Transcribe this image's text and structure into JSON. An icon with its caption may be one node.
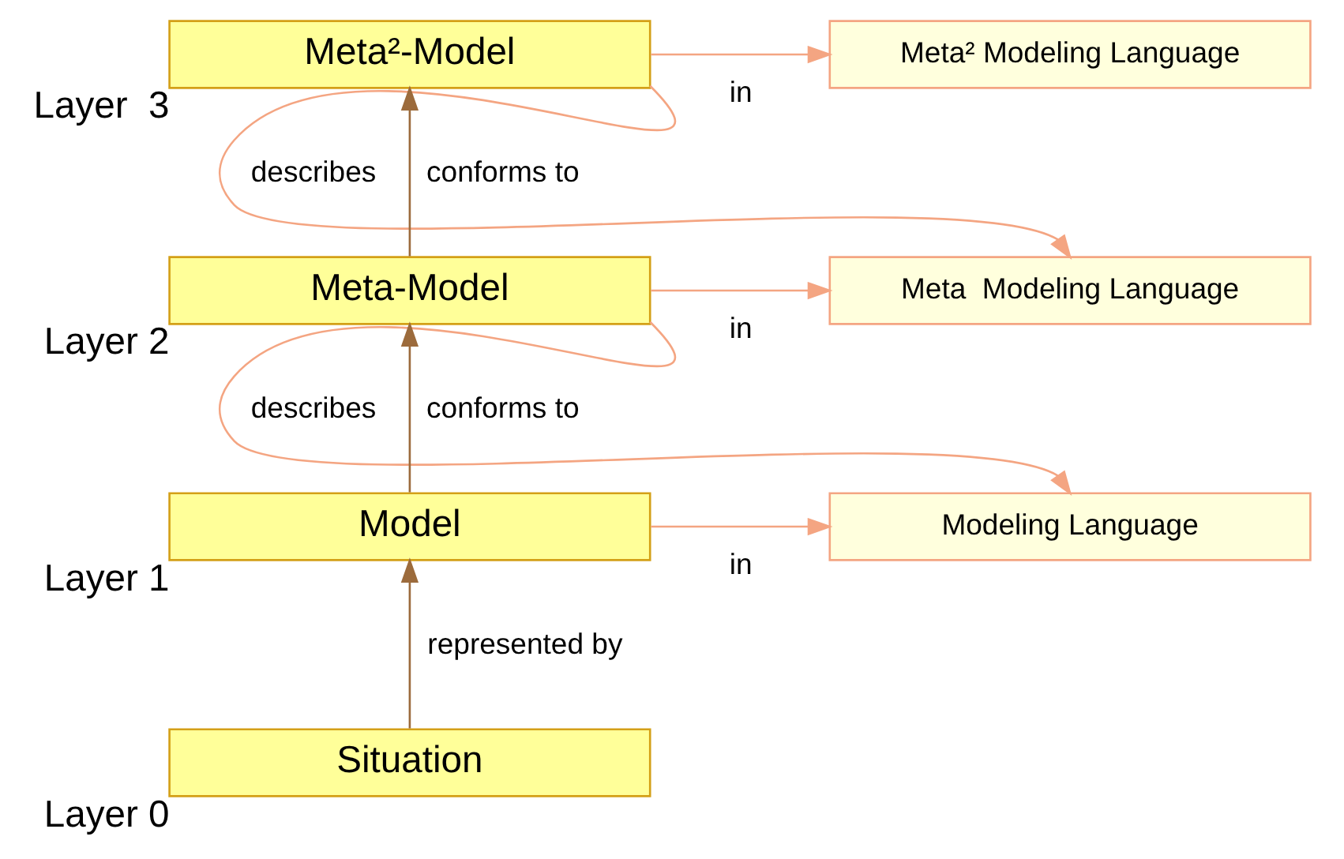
{
  "diagram": {
    "nodes": [
      {
        "text": [
          "Meta²-Model"
        ],
        "beside": [
          "Layer  3"
        ]
      },
      {
        "text": [
          "Meta-Model"
        ],
        "beside": [
          "Layer 2"
        ]
      },
      {
        "text": [
          "Model"
        ],
        "beside": [
          "Layer 1"
        ]
      },
      {
        "text": [
          "Situation"
        ],
        "beside": [
          "Layer 0"
        ]
      },
      {
        "text": [
          "Meta² Modeling Language"
        ]
      },
      {
        "text": [
          "Meta  Modeling Language"
        ]
      },
      {
        "text": [
          "Modeling Language"
        ]
      }
    ],
    "edges": [
      {
        "from": 1,
        "to": 0,
        "arrow": "to",
        "label": "conforms to",
        "color": "#9c6b3c"
      },
      {
        "from": 2,
        "to": 1,
        "arrow": "to",
        "label": "conforms to",
        "color": "#9c6b3c"
      },
      {
        "from": 3,
        "to": 2,
        "arrow": "to",
        "label": "represented by",
        "color": "#9c6b3c"
      },
      {
        "from": 0,
        "to": 4,
        "arrow": "to",
        "label": "in"
      },
      {
        "from": 0,
        "to": 5,
        "arrow": "to",
        "label": "describes"
      },
      {
        "from": 1,
        "to": 5,
        "arrow": "to",
        "label": "in"
      },
      {
        "from": 1,
        "to": 6,
        "arrow": "to",
        "label": "describes"
      },
      {
        "from": 2,
        "to": 6,
        "arrow": "to",
        "label": "in"
      }
    ]
  }
}
